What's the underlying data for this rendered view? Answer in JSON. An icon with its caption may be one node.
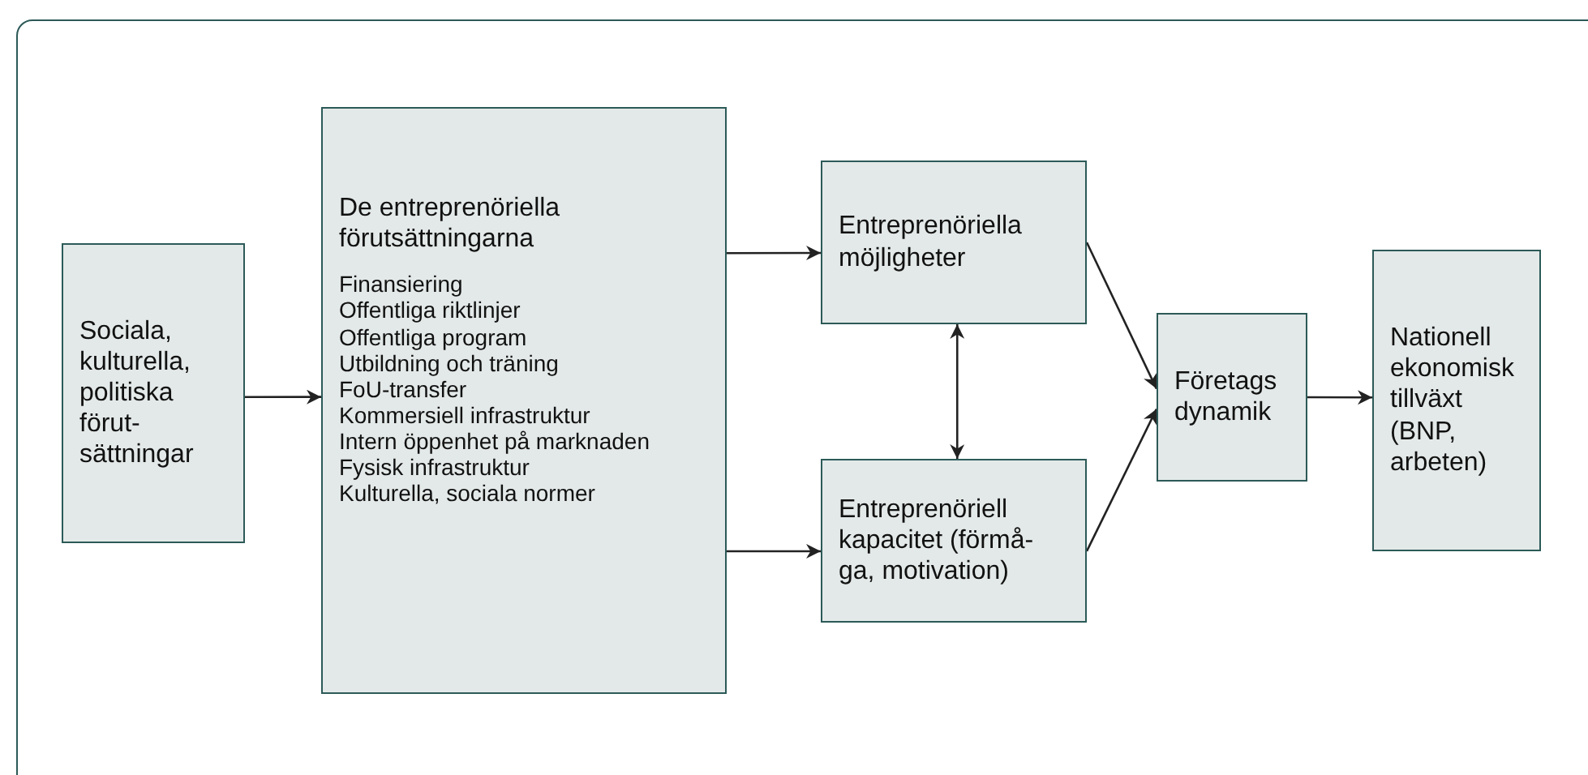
{
  "diagram": {
    "nodes": [
      {
        "text": [
          "Sociala, kulturella, politiska förut-sättningar"
        ]
      },
      {
        "text": [
          "De entreprenöriella förutsättningarna",
          "Finansiering",
          "Offentliga riktlinjer",
          "Offentliga program",
          "Utbildning och träning",
          "FoU-transfer",
          "Kommersiell infrastruktur",
          "Intern öppenhet på marknaden",
          "Fysisk infrastruktur",
          "Kulturella, sociala normer"
        ]
      },
      {
        "text": [
          "Entreprenöriella möjligheter"
        ]
      },
      {
        "text": [
          "Entreprenöriell kapacitet (förmå-ga, motivation)"
        ]
      },
      {
        "text": [
          "Företags dynamik"
        ]
      },
      {
        "text": [
          "Nationell ekonomisk tillväxt (BNP, arbeten)"
        ]
      }
    ],
    "edges": [
      {
        "from": 0,
        "to": 1,
        "arrow": "to"
      },
      {
        "from": 1,
        "to": 2,
        "arrow": "to"
      },
      {
        "from": 1,
        "to": 3,
        "arrow": "to"
      },
      {
        "from": 2,
        "to": 3,
        "arrow": "both"
      },
      {
        "from": 2,
        "to": 4,
        "arrow": "to"
      },
      {
        "from": 3,
        "to": 4,
        "arrow": "to"
      },
      {
        "from": 4,
        "to": 5,
        "arrow": "to"
      }
    ]
  }
}
